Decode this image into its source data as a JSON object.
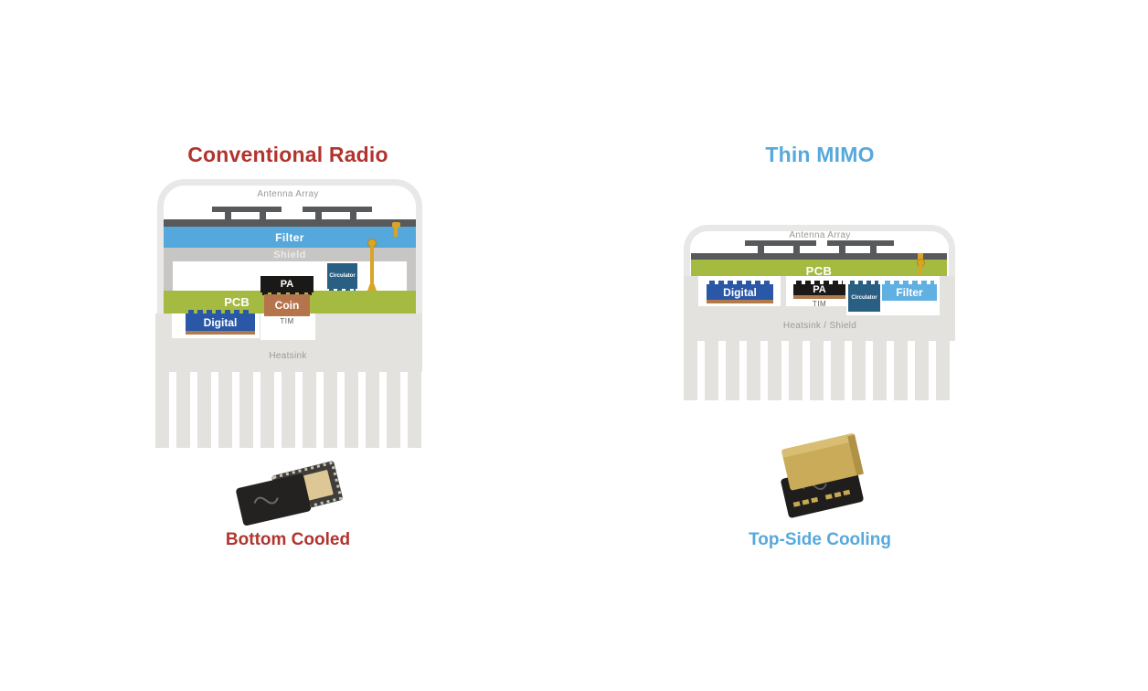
{
  "left_panel": {
    "title": "Conventional Radio",
    "caption": "Bottom Cooled",
    "diagram": {
      "antenna_label": "Antenna Array",
      "filter_label": "Filter",
      "shield_label": "Shield",
      "pa_label": "PA",
      "circulator_label": "Circulator",
      "pcb_label": "PCB",
      "coin_label": "Coin",
      "tim_label": "TIM",
      "digital_label": "Digital",
      "heatsink_label": "Heatsink"
    }
  },
  "right_panel": {
    "title": "Thin MIMO",
    "caption": "Top-Side Cooling",
    "diagram": {
      "antenna_label": "Antenna Array",
      "pcb_label": "PCB",
      "digital_label": "Digital",
      "pa_label": "PA",
      "tim_label": "TIM",
      "circulator_label": "Circulator",
      "filter_label": "Filter",
      "heatsink_label": "Heatsink / Shield"
    }
  },
  "colors": {
    "title-red": "#b2342e",
    "title-blue": "#57a9dc",
    "filter-blue": "#55a8db",
    "filter-light-blue": "#60b0e2",
    "pcb-green": "#a5ba41",
    "bar-dark": "#58595b",
    "shield-gray": "#c7c6c4",
    "heatsink-gray": "#e4e2df",
    "digital-blue": "#2b57a7",
    "circulator-teal": "#2a5f84",
    "pa-black": "#1a1918",
    "coin-copper": "#b5744b",
    "copper-strip": "#b07a4b",
    "gold": "#d9a528",
    "label-gray": "#9b9a98"
  }
}
